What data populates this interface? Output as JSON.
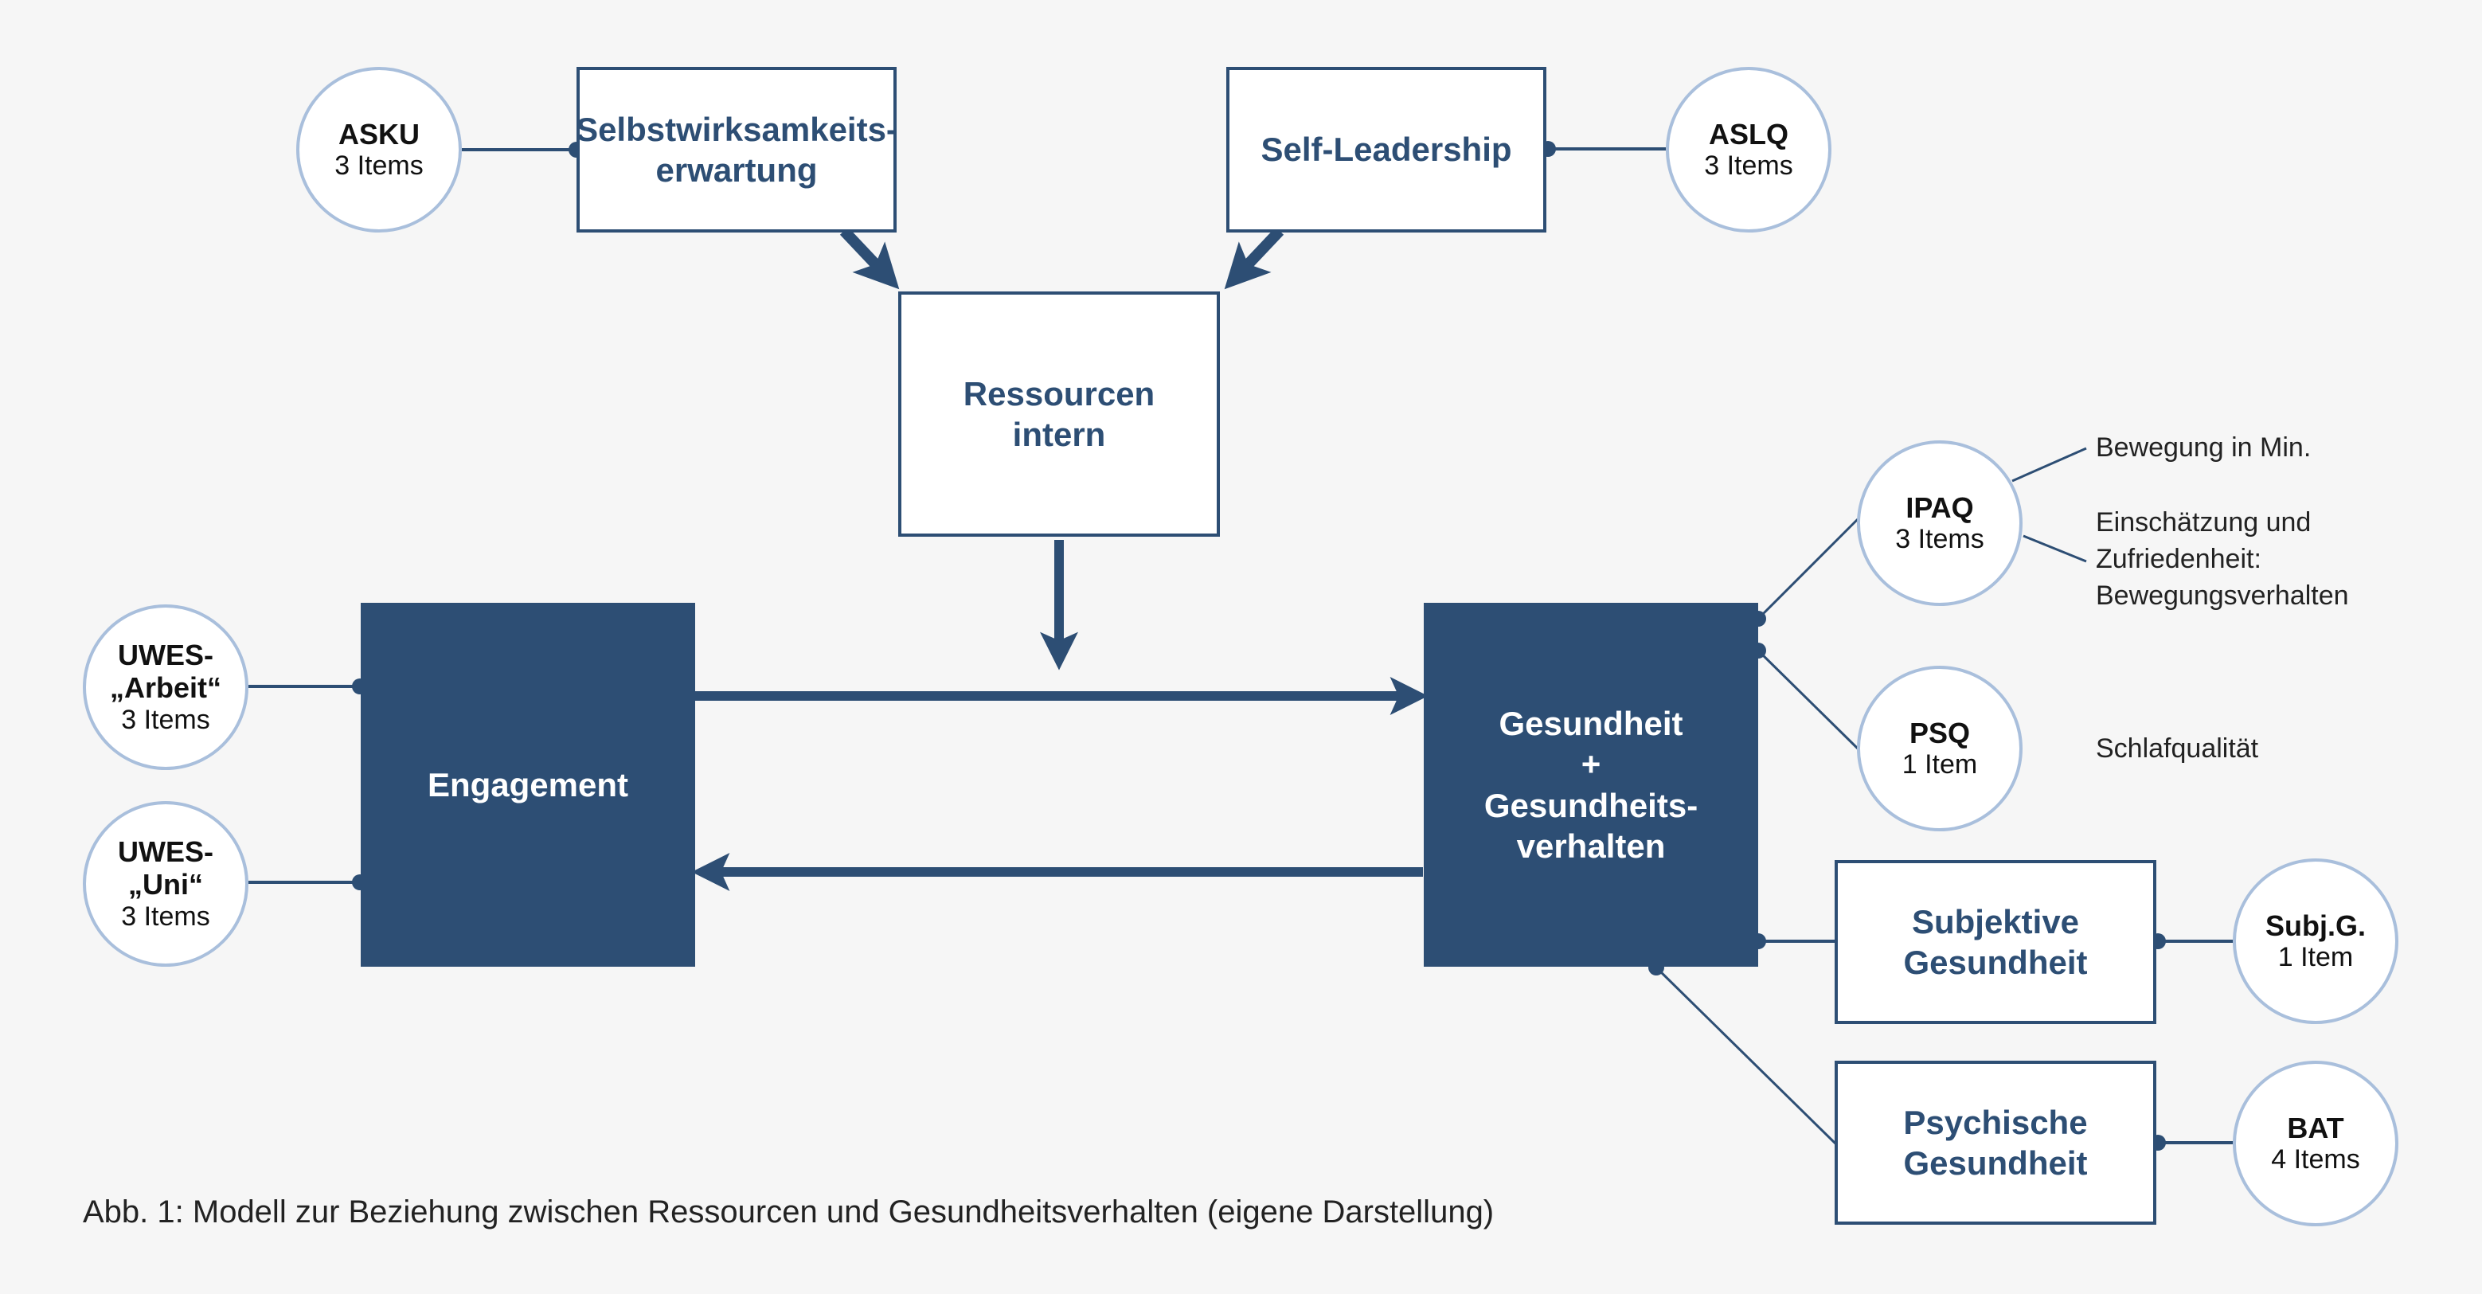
{
  "figure": {
    "caption": "Abb. 1: Modell zur Beziehung zwischen Ressourcen und Gesundheitsverhalten (eigene Darstellung)"
  },
  "colors": {
    "navy": "#2d4e74",
    "circle_border": "#a9bfdc",
    "background": "#f6f6f6"
  },
  "boxes": {
    "selbstwirksamkeit": {
      "line1": "Selbstwirksamkeits-",
      "line2": "erwartung"
    },
    "self_leadership": {
      "line1": "Self-Leadership"
    },
    "ressourcen": {
      "line1": "Ressourcen",
      "line2": "intern"
    },
    "engagement": {
      "line1": "Engagement"
    },
    "gesundheit": {
      "line1": "Gesundheit",
      "line2": "+",
      "line3": "Gesundheits-",
      "line4": "verhalten"
    },
    "subjektive": {
      "line1": "Subjektive",
      "line2": "Gesundheit"
    },
    "psychische": {
      "line1": "Psychische",
      "line2": "Gesundheit"
    }
  },
  "instruments": {
    "asku": {
      "name": "ASKU",
      "items": "3 Items"
    },
    "aslq": {
      "name": "ASLQ",
      "items": "3 Items"
    },
    "uwes_arbeit": {
      "name1": "UWES-",
      "name2": "„Arbeit“",
      "items": "3 Items"
    },
    "uwes_uni": {
      "name1": "UWES-",
      "name2": "„Uni“",
      "items": "3 Items"
    },
    "ipaq": {
      "name": "IPAQ",
      "items": "3 Items"
    },
    "psq": {
      "name": "PSQ",
      "items": "1 Item"
    },
    "subjg": {
      "name": "Subj.G.",
      "items": "1 Item"
    },
    "bat": {
      "name": "BAT",
      "items": "4 Items"
    }
  },
  "notes": {
    "bewegung_min": "Bewegung in Min.",
    "einschaetzung_1": "Einschätzung und",
    "einschaetzung_2": "Zufriedenheit:",
    "einschaetzung_3": "Bewegungsverhalten",
    "schlaf": "Schlafqualität"
  }
}
